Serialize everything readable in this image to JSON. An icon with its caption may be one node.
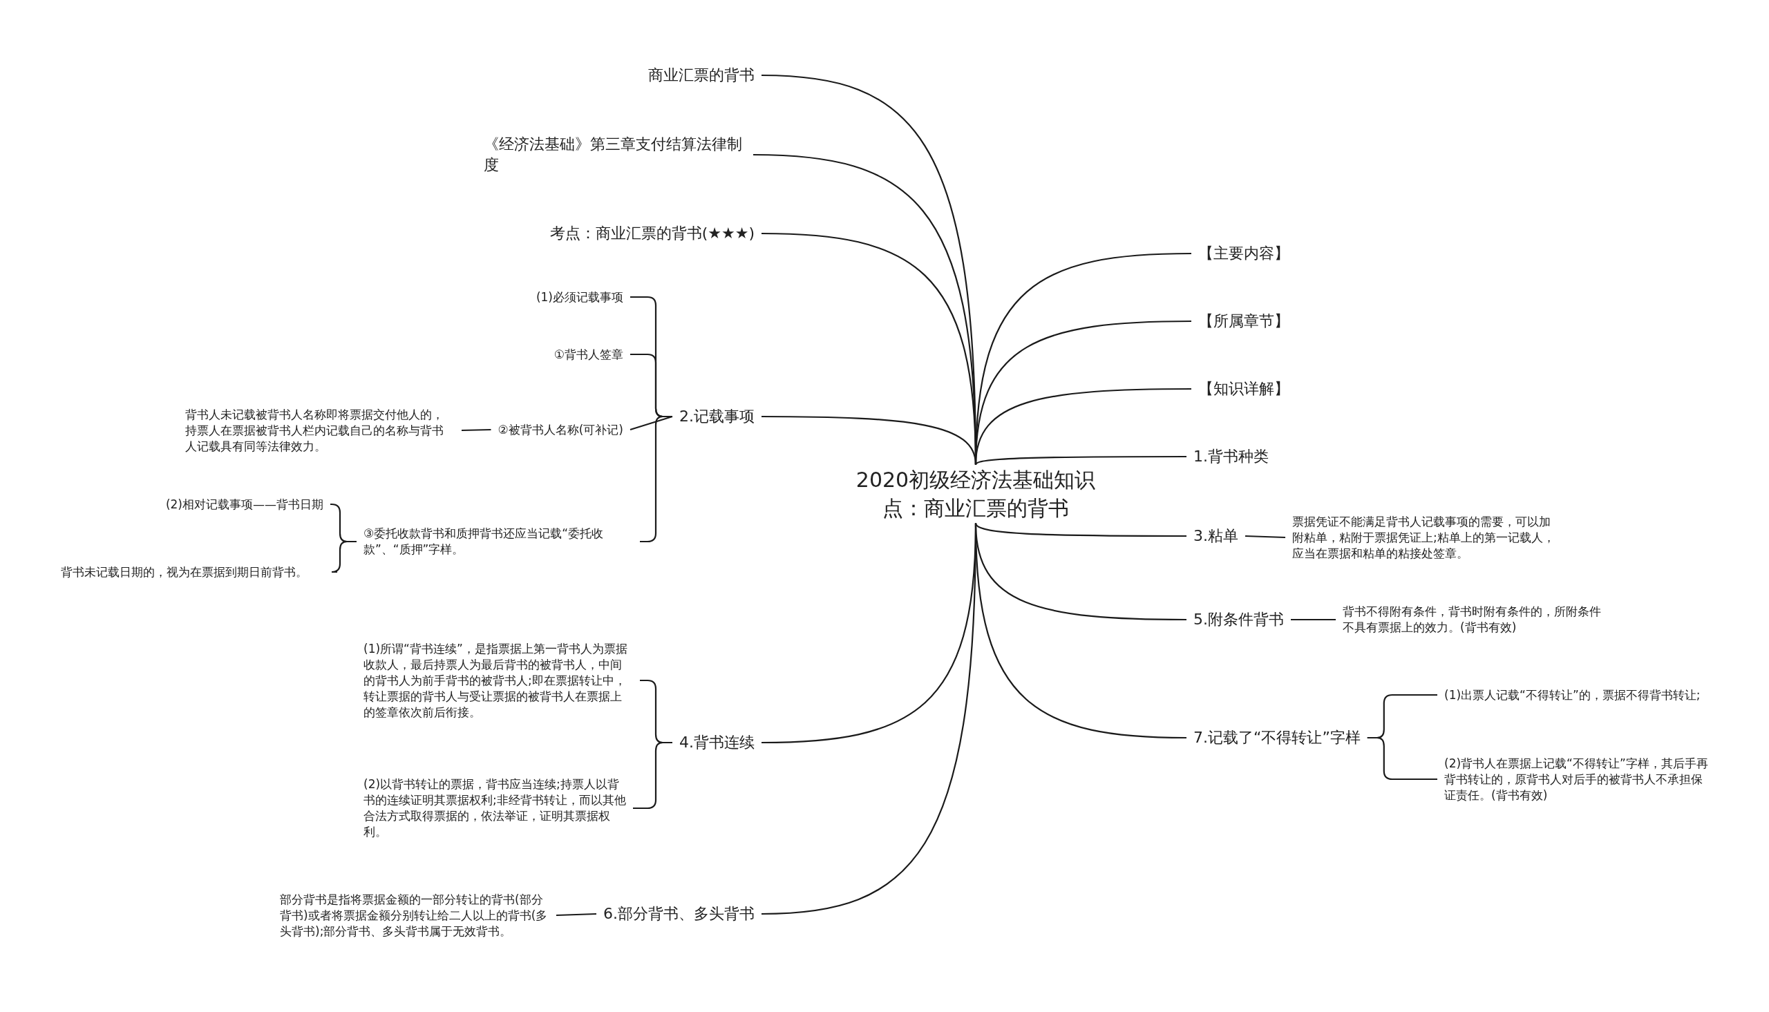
{
  "diagram": {
    "nodes": [
      {
        "text": [
          "2020初级经济法基础知识点：商业汇票的背书"
        ]
      },
      {
        "text": [
          "商业汇票的背书"
        ]
      },
      {
        "text": [
          "《经济法基础》第三章支付结算法律制度"
        ]
      },
      {
        "text": [
          "考点：商业汇票的背书(★★★)"
        ]
      },
      {
        "text": [
          "2.记载事项"
        ]
      },
      {
        "text": [
          "(1)必须记载事项"
        ]
      },
      {
        "text": [
          "①背书人签章"
        ]
      },
      {
        "text": [
          "②被背书人名称(可补记)"
        ]
      },
      {
        "text": [
          "背书人未记载被背书人名称即将票据交付他人的，持票人在票据被背书人栏内记载自己的名称与背书人记载具有同等法律效力。"
        ]
      },
      {
        "text": [
          "③委托收款背书和质押背书还应当记载“委托收款”、“质押”字样。"
        ]
      },
      {
        "text": [
          "(2)相对记载事项——背书日期"
        ]
      },
      {
        "text": [
          "背书未记载日期的，视为在票据到期日前背书。"
        ]
      },
      {
        "text": [
          "4.背书连续"
        ]
      },
      {
        "text": [
          "(1)所谓“背书连续”，是指票据上第一背书人为票据收款人，最后持票人为最后背书的被背书人，中间的背书人为前手背书的被背书人;即在票据转让中，转让票据的背书人与受让票据的被背书人在票据上的签章依次前后衔接。"
        ]
      },
      {
        "text": [
          "(2)以背书转让的票据，背书应当连续;持票人以背书的连续证明其票据权利;非经背书转让，而以其他合法方式取得票据的，依法举证，证明其票据权利。"
        ]
      },
      {
        "text": [
          "6.部分背书、多头背书"
        ]
      },
      {
        "text": [
          "部分背书是指将票据金额的一部分转让的背书(部分背书)或者将票据金额分别转让给二人以上的背书(多头背书);部分背书、多头背书属于无效背书。"
        ]
      },
      {
        "text": [
          "【主要内容】"
        ]
      },
      {
        "text": [
          "【所属章节】"
        ]
      },
      {
        "text": [
          "【知识详解】"
        ]
      },
      {
        "text": [
          "1.背书种类"
        ]
      },
      {
        "text": [
          "3.粘单"
        ]
      },
      {
        "text": [
          "票据凭证不能满足背书人记载事项的需要，可以加附粘单，粘附于票据凭证上;粘单上的第一记载人，应当在票据和粘单的粘接处签章。"
        ]
      },
      {
        "text": [
          "5.附条件背书"
        ]
      },
      {
        "text": [
          "背书不得附有条件，背书时附有条件的，所附条件不具有票据上的效力。(背书有效)"
        ]
      },
      {
        "text": [
          "7.记载了“不得转让”字样"
        ]
      },
      {
        "text": [
          "(1)出票人记载“不得转让”的，票据不得背书转让;"
        ]
      },
      {
        "text": [
          "(2)背书人在票据上记载“不得转让”字样，其后手再背书转让的，原背书人对后手的被背书人不承担保证责任。(背书有效)"
        ]
      }
    ],
    "edges": [
      {
        "from": 0,
        "to": 1,
        "arrow": "none"
      },
      {
        "from": 0,
        "to": 2,
        "arrow": "none"
      },
      {
        "from": 0,
        "to": 3,
        "arrow": "none"
      },
      {
        "from": 0,
        "to": 4,
        "arrow": "none"
      },
      {
        "from": 4,
        "to": 5,
        "arrow": "none"
      },
      {
        "from": 4,
        "to": 6,
        "arrow": "none"
      },
      {
        "from": 4,
        "to": 7,
        "arrow": "none"
      },
      {
        "from": 7,
        "to": 8,
        "arrow": "none"
      },
      {
        "from": 4,
        "to": 9,
        "arrow": "none"
      },
      {
        "from": 9,
        "to": 10,
        "arrow": "none"
      },
      {
        "from": 9,
        "to": 11,
        "arrow": "none"
      },
      {
        "from": 0,
        "to": 12,
        "arrow": "none"
      },
      {
        "from": 12,
        "to": 13,
        "arrow": "none"
      },
      {
        "from": 12,
        "to": 14,
        "arrow": "none"
      },
      {
        "from": 0,
        "to": 15,
        "arrow": "none"
      },
      {
        "from": 15,
        "to": 16,
        "arrow": "none"
      },
      {
        "from": 0,
        "to": 17,
        "arrow": "none"
      },
      {
        "from": 0,
        "to": 18,
        "arrow": "none"
      },
      {
        "from": 0,
        "to": 19,
        "arrow": "none"
      },
      {
        "from": 0,
        "to": 20,
        "arrow": "none"
      },
      {
        "from": 0,
        "to": 21,
        "arrow": "none"
      },
      {
        "from": 21,
        "to": 22,
        "arrow": "none"
      },
      {
        "from": 0,
        "to": 23,
        "arrow": "none"
      },
      {
        "from": 23,
        "to": 24,
        "arrow": "none"
      },
      {
        "from": 0,
        "to": 25,
        "arrow": "none"
      },
      {
        "from": 25,
        "to": 26,
        "arrow": "none"
      },
      {
        "from": 25,
        "to": 27,
        "arrow": "none"
      }
    ]
  }
}
